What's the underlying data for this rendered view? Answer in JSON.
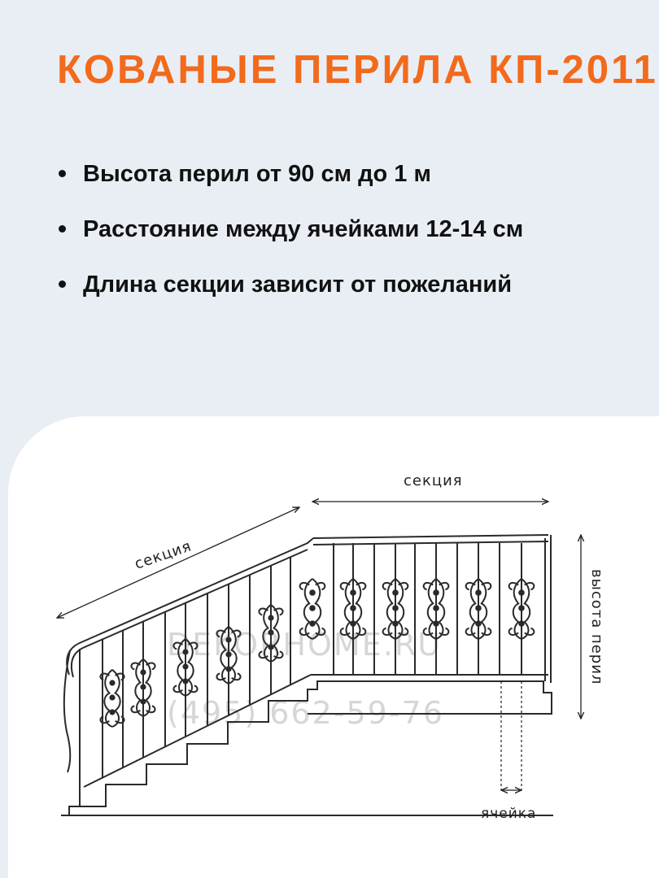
{
  "title": "КОВАНЫЕ ПЕРИЛА КП-2011",
  "colors": {
    "accent": "#f26a1b",
    "background": "#e9eef5",
    "card": "#ffffff",
    "line": "#2a2a2a"
  },
  "bullets": [
    "Высота перил от 90 см до 1 м",
    "Расстояние между ячейками 12-14 см",
    "Длина секции зависит от пожеланий"
  ],
  "diagram": {
    "label_section_incline": "секция",
    "label_section_flat": "секция",
    "label_height": "высота перил",
    "label_cell": "ячейка",
    "watermark_site": "DEKORHOME.RU",
    "watermark_phone": "(495) 662-59-76"
  }
}
